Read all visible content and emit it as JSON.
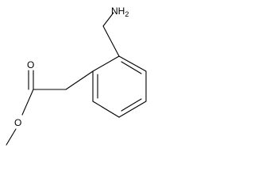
{
  "diagram": {
    "type": "chemical-structure",
    "atom_labels": {
      "amine": "NH2",
      "carbonyl_oxygen": "O",
      "ester_oxygen": "O"
    },
    "colors": {
      "background": "#ffffff",
      "bonds": "#000000",
      "labels": "#000000"
    }
  }
}
